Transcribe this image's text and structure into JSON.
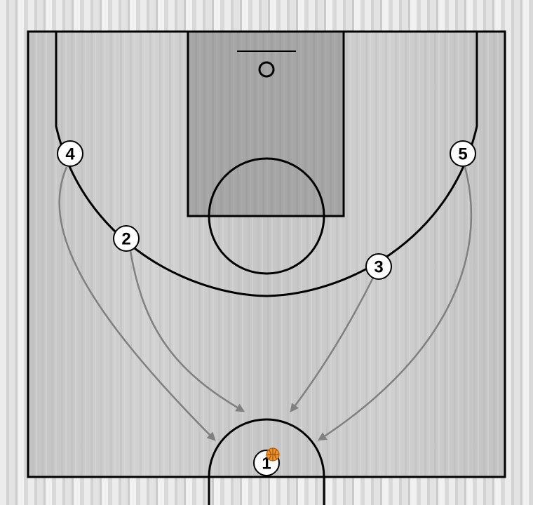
{
  "players": [
    {
      "id": "player-1",
      "label": "1",
      "has_ball": true
    },
    {
      "id": "player-2",
      "label": "2",
      "has_ball": false
    },
    {
      "id": "player-3",
      "label": "3",
      "has_ball": false
    },
    {
      "id": "player-4",
      "label": "4",
      "has_ball": false
    },
    {
      "id": "player-5",
      "label": "5",
      "has_ball": false
    }
  ],
  "movements": [
    {
      "player": "4"
    },
    {
      "player": "2"
    },
    {
      "player": "3"
    },
    {
      "player": "5"
    }
  ],
  "colors": {
    "court_floor": "#c8c8c8",
    "paint": "#a4a4a4",
    "lines": "#000000",
    "movement_arrows": "#808080",
    "ball": "#f0922a"
  }
}
